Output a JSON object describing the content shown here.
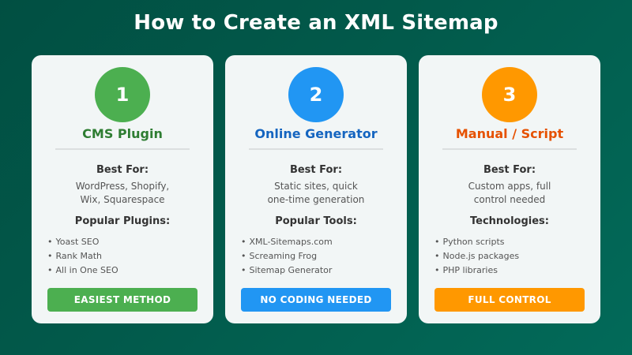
{
  "title": "How to Create an XML Sitemap",
  "cards": [
    {
      "number": "1",
      "title": "CMS Plugin",
      "accent": "#4caf50",
      "title_color": "#2e7d32",
      "best_for_heading": "Best For:",
      "best_for_lines": [
        "WordPress, Shopify,",
        "Wix, Squarespace"
      ],
      "list_heading": "Popular Plugins:",
      "items": [
        "Yoast SEO",
        "Rank Math",
        "All in One SEO"
      ],
      "badge": "EASIEST METHOD"
    },
    {
      "number": "2",
      "title": "Online Generator",
      "accent": "#2196f3",
      "title_color": "#1565c0",
      "best_for_heading": "Best For:",
      "best_for_lines": [
        "Static sites, quick",
        "one-time generation"
      ],
      "list_heading": "Popular Tools:",
      "items": [
        "XML-Sitemaps.com",
        "Screaming Frog",
        "Sitemap Generator"
      ],
      "badge": "NO CODING NEEDED"
    },
    {
      "number": "3",
      "title": "Manual / Script",
      "accent": "#ff9800",
      "title_color": "#e65100",
      "best_for_heading": "Best For:",
      "best_for_lines": [
        "Custom apps, full",
        "control needed"
      ],
      "list_heading": "Technologies:",
      "items": [
        "Python scripts",
        "Node.js packages",
        "PHP libraries"
      ],
      "badge": "FULL CONTROL"
    }
  ],
  "bullet_glyph": "•",
  "colors": {
    "background_start": "#014f42",
    "background_end": "#026a59",
    "card_bg": "#f2f6f6",
    "heading_text": "#333333",
    "body_text": "#555555"
  }
}
